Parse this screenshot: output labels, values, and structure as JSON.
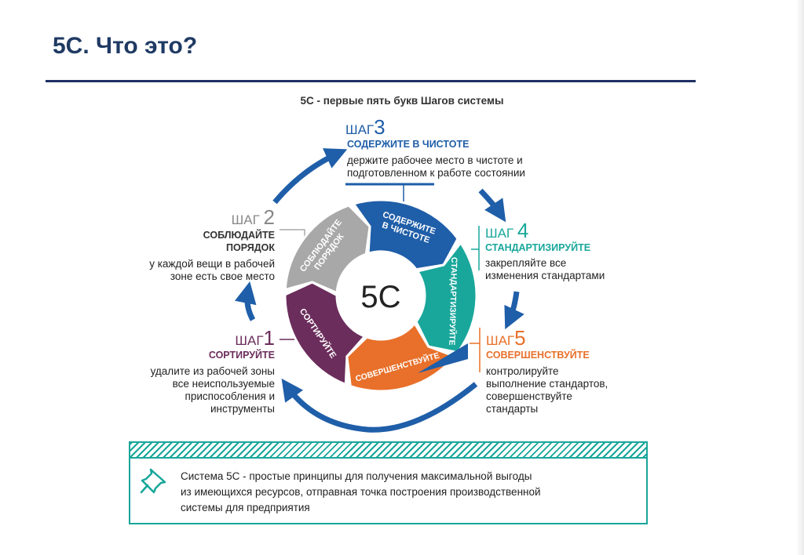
{
  "title": "5С. Что это?",
  "subtitle": "5С - первые пять букв Шагов системы",
  "center_label": "5С",
  "steps": [
    {
      "head": "ШАГ",
      "num": "1",
      "sub": "СОРТИРУЙТЕ",
      "desc": [
        "удалите из рабочей зоны",
        "все неиспользуемые",
        "приспособления и",
        "инструменты"
      ],
      "segment_label": "СОРТИРУЙТЕ",
      "color": "#6b2d5c"
    },
    {
      "head": "ШАГ",
      "num": "2",
      "sub": [
        "СОБЛЮДАЙТЕ",
        "ПОРЯДОК"
      ],
      "desc": [
        "у каждой вещи в рабочей",
        "зоне есть свое место"
      ],
      "segment_label": [
        "СОБЛЮДАЙТЕ",
        "ПОРЯДОК"
      ],
      "color": "#a8a8a8"
    },
    {
      "head": "ШАГ",
      "num": "3",
      "sub": "СОДЕРЖИТЕ В ЧИСТОТЕ",
      "desc": [
        "держите рабочее место в чистоте и",
        "подготовленном к работе состоянии"
      ],
      "segment_label": [
        "СОДЕРЖИТЕ",
        "В ЧИСТОТЕ"
      ],
      "color": "#1f5ea8"
    },
    {
      "head": "ШАГ",
      "num": "4",
      "sub": "СТАНДАРТИЗИРУЙТЕ",
      "desc": [
        "закрепляйте все",
        "изменения стандартами"
      ],
      "segment_label": "СТАНДАРТИЗИРУЙТЕ",
      "color": "#19a79b"
    },
    {
      "head": "ШАГ",
      "num": "5",
      "sub": "СОВЕРШЕНСТВУЙТЕ",
      "desc": [
        "контролируйте",
        "выполнение стандартов,",
        "совершенствуйте",
        "стандарты"
      ],
      "segment_label": "СОВЕРШЕНСТВУЙТЕ",
      "color": "#e8702a"
    }
  ],
  "note": {
    "icon": "pushpin-icon",
    "lines": [
      "Система 5С - простые принципы для получения максимальной выгоды",
      "из имеющихся ресурсов, отправная точка построения производственной",
      "системы для предприятия"
    ]
  },
  "colors": {
    "title": "#1f3a63",
    "rule": "#1f3064",
    "arrow": "#1f5ea8",
    "box_border": "#18a69a"
  }
}
